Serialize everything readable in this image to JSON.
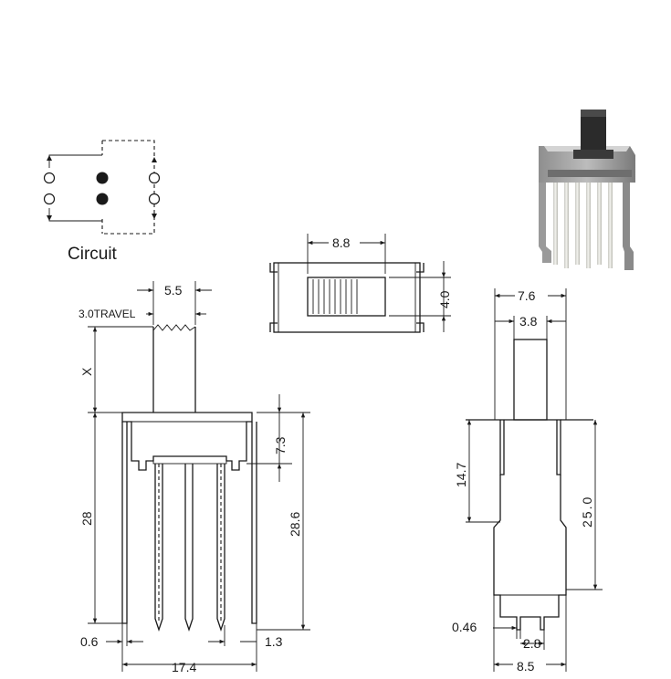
{
  "circuit": {
    "caption": "Circuit"
  },
  "top_view": {
    "width": "8.8",
    "height": "4.0"
  },
  "front_view": {
    "actuator_width": "5.5",
    "travel": "3.0TRAVEL",
    "actuator_height": "X",
    "body_height": "7.3",
    "pin_length_left": "28",
    "total_height": "28.6",
    "pin_thickness": "0.6",
    "side_gap": "1.3",
    "total_width": "17.4"
  },
  "side_view": {
    "outer_width": "7.6",
    "actuator_width": "3.8",
    "body_section": "14.7",
    "total_height": "25.0",
    "pin_thickness": "0.46",
    "pin_pitch": "2.8",
    "base_width": "8.5"
  },
  "photo": {
    "icon": "slide-switch-photo"
  }
}
